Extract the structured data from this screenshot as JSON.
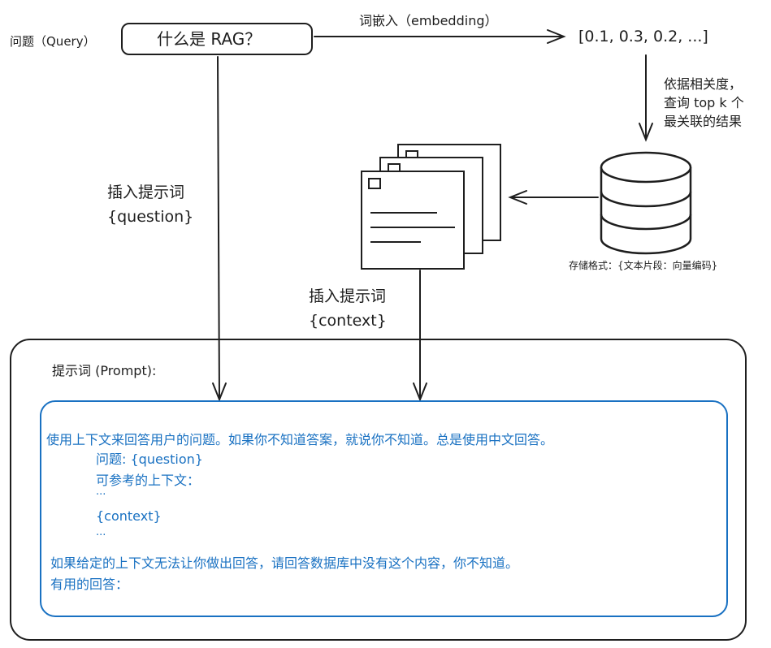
{
  "query": {
    "label": "问题（Query）",
    "text": "什么是 RAG？"
  },
  "embedding": {
    "label": "词嵌入（embedding）",
    "vector": "[0.1, 0.3, 0.2, ...]"
  },
  "retrieval": {
    "note": "依据相关度，\n查询 top k 个\n最关联的结果",
    "storage_label": "存储格式：{文本片段：向量编码}"
  },
  "insert_question": {
    "label": "插入提示词\n{question}"
  },
  "insert_context": {
    "label": "插入提示词\n{context}"
  },
  "prompt": {
    "label": "提示词 (Prompt):",
    "lines": [
      "使用上下文来回答用户的问题。如果你不知道答案，就说你不知道。总是使用中文回答。",
      "问题: {question}",
      "可参考的上下文：",
      "···",
      "{context}",
      "···",
      "如果给定的上下文无法让你做出回答，请回答数据库中没有这个内容，你不知道。",
      "有用的回答："
    ]
  },
  "colors": {
    "stroke": "#1e1e1e",
    "template_blue": "#1971c2"
  },
  "icons": [
    "document-stack-icon",
    "database-icon"
  ]
}
